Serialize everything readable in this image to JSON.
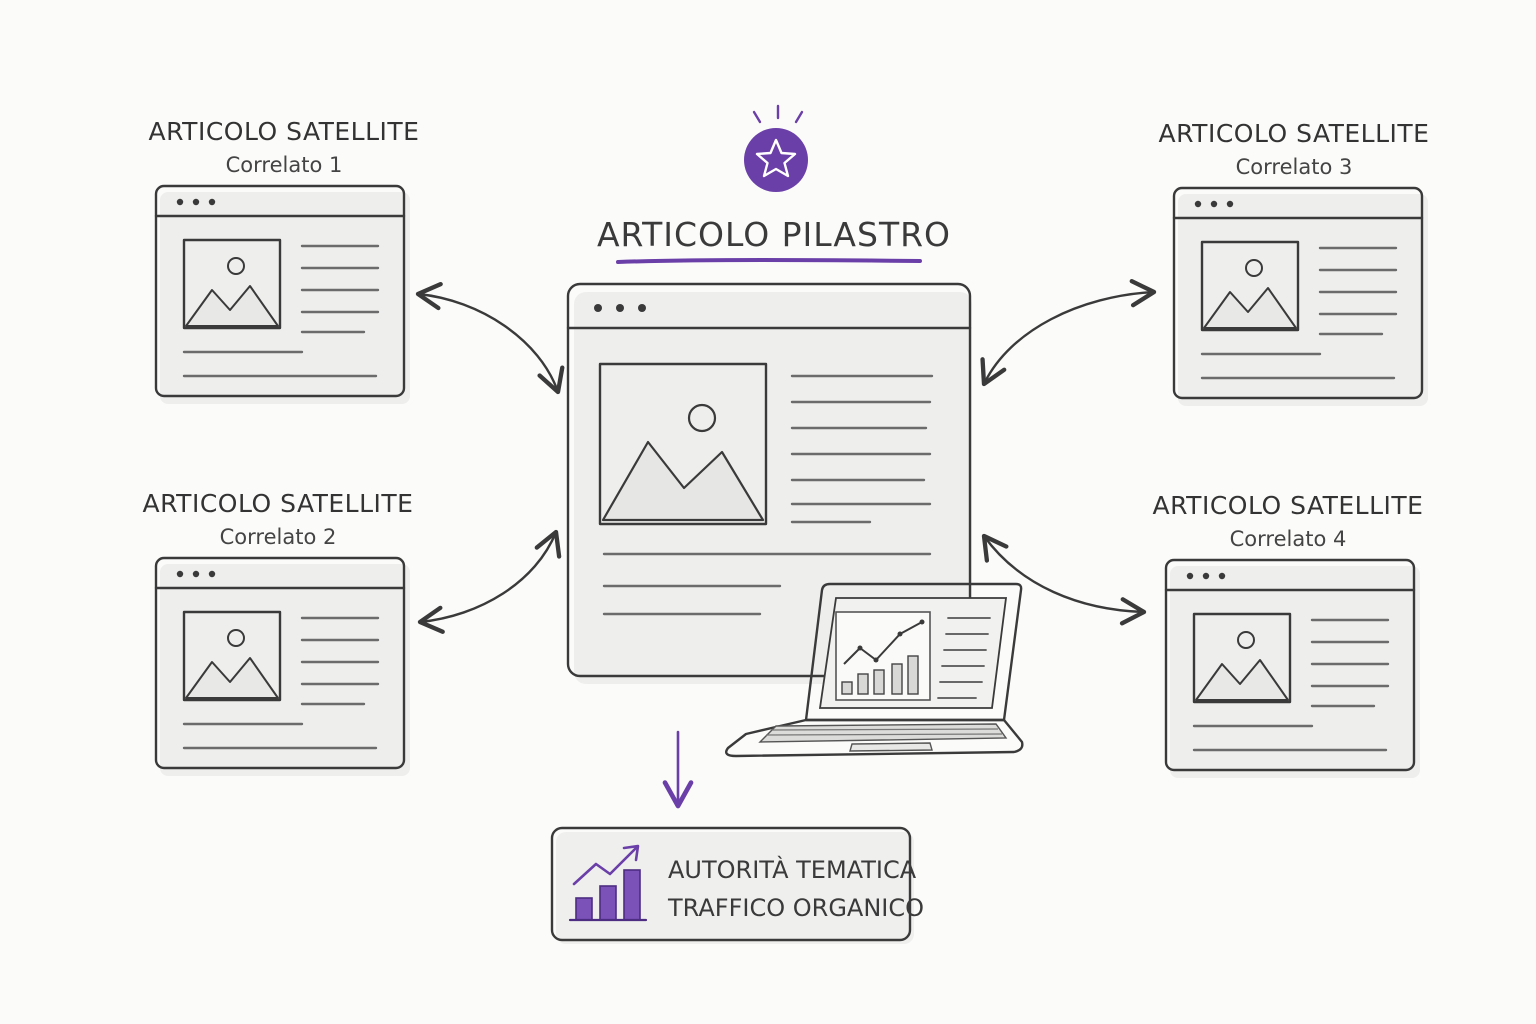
{
  "pillar": {
    "title": "ARTICOLO PILASTRO",
    "icon": "star-badge-icon",
    "accent": "#6b3fa8"
  },
  "satellites": [
    {
      "title": "ARTICOLO SATELLITE",
      "subtitle": "Correlato 1"
    },
    {
      "title": "ARTICOLO SATELLITE",
      "subtitle": "Correlato 2"
    },
    {
      "title": "ARTICOLO SATELLITE",
      "subtitle": "Correlato 3"
    },
    {
      "title": "ARTICOLO SATELLITE",
      "subtitle": "Correlato 4"
    }
  ],
  "outcome": {
    "line1": "AUTORITÀ TEMATICA",
    "line2": "TRAFFICO ORGANICO",
    "icon": "growth-chart-icon"
  },
  "colors": {
    "ink": "#3a3a3a",
    "accent": "#6b3fa8",
    "background": "#fbfbfa"
  }
}
